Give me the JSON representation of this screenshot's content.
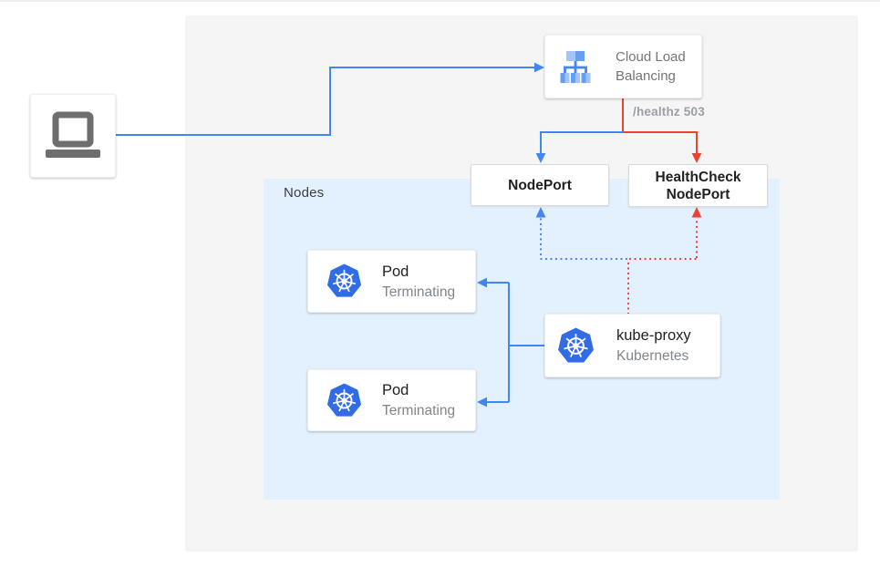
{
  "diagram": {
    "type": "kubernetes-networking-diagram",
    "outer_group_label": "",
    "nodes_group": {
      "label": "Nodes"
    },
    "client": {
      "icon": "laptop-icon"
    },
    "cloud_load_balancing": {
      "label": "Cloud Load Balancing",
      "icon": "cloud-load-balancing-icon"
    },
    "edge_labels": {
      "healthz": "/healthz 503"
    },
    "nodeport": {
      "label": "NodePort"
    },
    "healthcheck_nodeport": {
      "label": "HealthCheck NodePort"
    },
    "pods": [
      {
        "title": "Pod",
        "status": "Terminating",
        "icon": "kubernetes-icon"
      },
      {
        "title": "Pod",
        "status": "Terminating",
        "icon": "kubernetes-icon"
      }
    ],
    "kube_proxy": {
      "title": "kube-proxy",
      "subtitle": "Kubernetes",
      "icon": "kubernetes-icon"
    },
    "colors": {
      "traffic_blue": "#4285f4",
      "healthcheck_red": "#ea4335",
      "kubernetes_blue": "#326ce5",
      "outer_background": "#f5f5f5",
      "nodes_background": "#e3f0fd",
      "title_text": "#212121",
      "subtitle_text": "#80868b",
      "edge_label_gray": "#9aa0a6"
    }
  }
}
